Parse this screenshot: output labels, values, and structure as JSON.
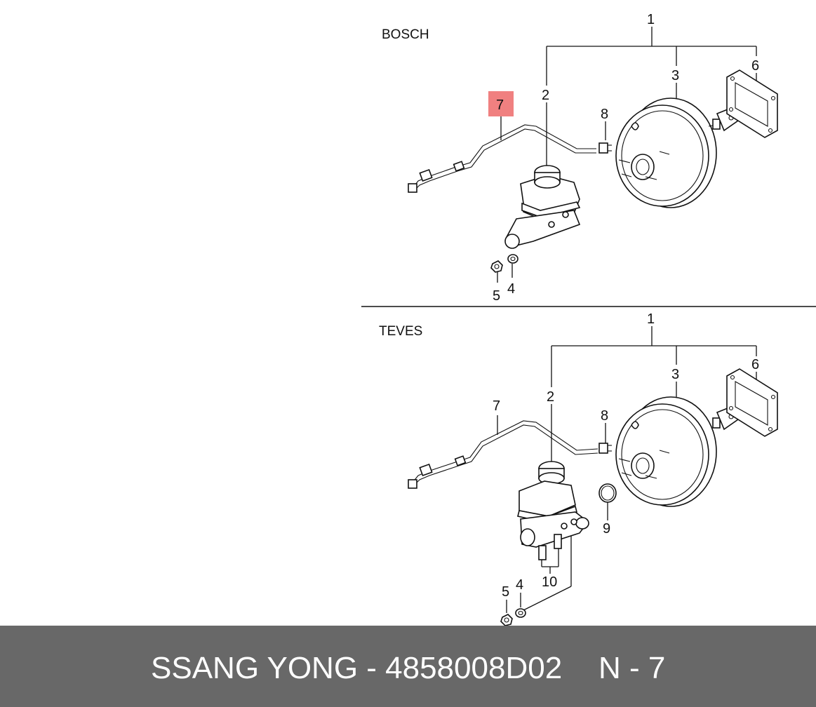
{
  "diagram": {
    "sections": [
      {
        "label": "BOSCH",
        "callouts": [
          "1",
          "2",
          "3",
          "4",
          "5",
          "6",
          "7",
          "8"
        ],
        "highlighted_callout": "7"
      },
      {
        "label": "TEVES",
        "callouts": [
          "1",
          "2",
          "3",
          "4",
          "5",
          "6",
          "7",
          "8",
          "9",
          "10"
        ]
      }
    ],
    "highlight_color": "#f08080"
  },
  "footer": {
    "part_text": "SSANG YONG - 4858008D02",
    "page_text": "N - 7",
    "background": "#686868"
  }
}
